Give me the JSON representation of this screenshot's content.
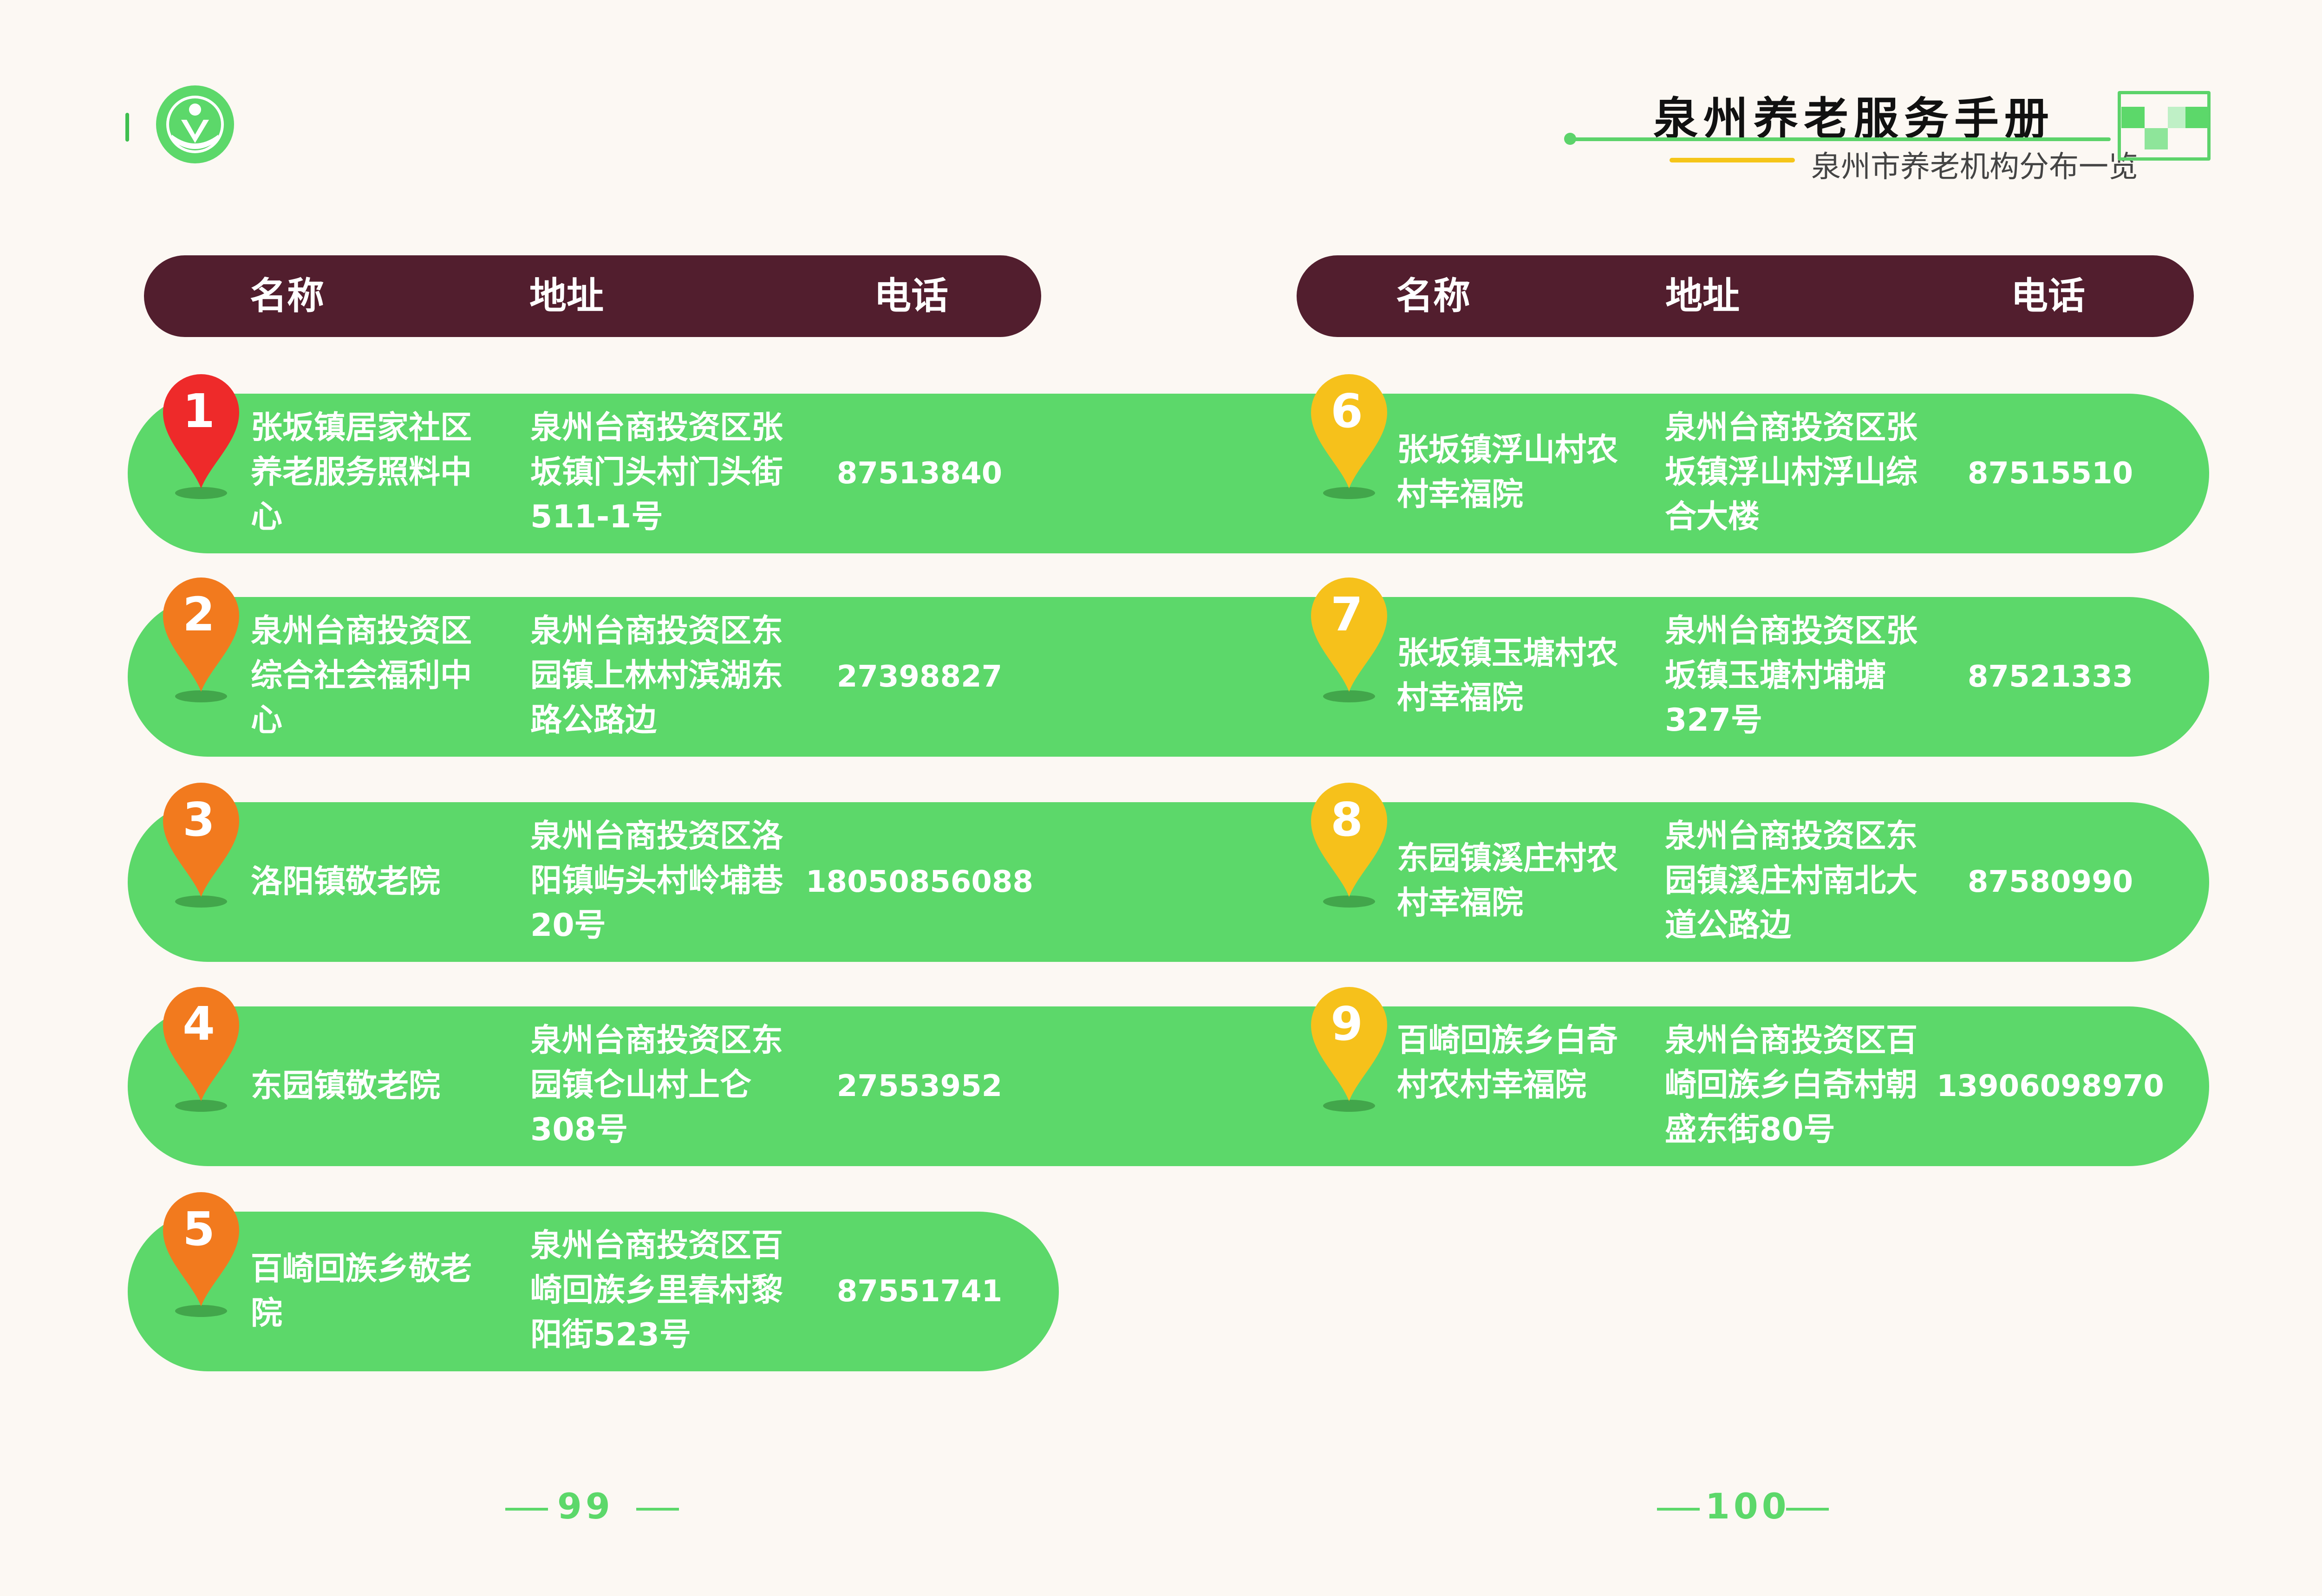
{
  "brand": {
    "title": "泉州养老服务手册",
    "subtitle": "泉州市养老机构分布一览"
  },
  "headers": {
    "name": "名称",
    "address": "地址",
    "phone": "电话"
  },
  "colors": {
    "background": "#fcf8f3",
    "header_bg": "#521e2e",
    "row_bg": "#5cd86a",
    "pin_red": "#ee2a2a",
    "pin_orange": "#f27a1e",
    "pin_yellow": "#f6c11b",
    "accent_yellow": "#f5c518"
  },
  "left_items": [
    {
      "num": "1",
      "name": "张坂镇居家社区养老服务照料中心",
      "address": "泉州台商投资区张坂镇门头村门头街511-1号",
      "phone": "87513840",
      "pin_color": "red"
    },
    {
      "num": "2",
      "name": "泉州台商投资区综合社会福利中心",
      "address": "泉州台商投资区东园镇上林村滨湖东路公路边",
      "phone": "27398827",
      "pin_color": "orange"
    },
    {
      "num": "3",
      "name": "洛阳镇敬老院",
      "address": "泉州台商投资区洛阳镇屿头村岭埔巷20号",
      "phone": "18050856088",
      "pin_color": "orange"
    },
    {
      "num": "4",
      "name": "东园镇敬老院",
      "address": "泉州台商投资区东园镇仑山村上仑308号",
      "phone": "27553952",
      "pin_color": "orange"
    },
    {
      "num": "5",
      "name": "百崎回族乡敬老院",
      "address": "泉州台商投资区百崎回族乡里春村黎阳街523号",
      "phone": "87551741",
      "pin_color": "orange"
    }
  ],
  "right_items": [
    {
      "num": "6",
      "name": "张坂镇浮山村农村幸福院",
      "address": "泉州台商投资区张坂镇浮山村浮山综合大楼",
      "phone": "87515510",
      "pin_color": "yellow"
    },
    {
      "num": "7",
      "name": "张坂镇玉塘村农村幸福院",
      "address": "泉州台商投资区张坂镇玉塘村埔塘327号",
      "phone": "87521333",
      "pin_color": "yellow"
    },
    {
      "num": "8",
      "name": "东园镇溪庄村农村幸福院",
      "address": "泉州台商投资区东园镇溪庄村南北大道公路边",
      "phone": "87580990",
      "pin_color": "yellow"
    },
    {
      "num": "9",
      "name": "百崎回族乡白奇村农村幸福院",
      "address": "泉州台商投资区百崎回族乡白奇村朝盛东街80号",
      "phone": "13906098970",
      "pin_color": "yellow"
    }
  ],
  "page_numbers": {
    "left": "99",
    "right": "100"
  }
}
